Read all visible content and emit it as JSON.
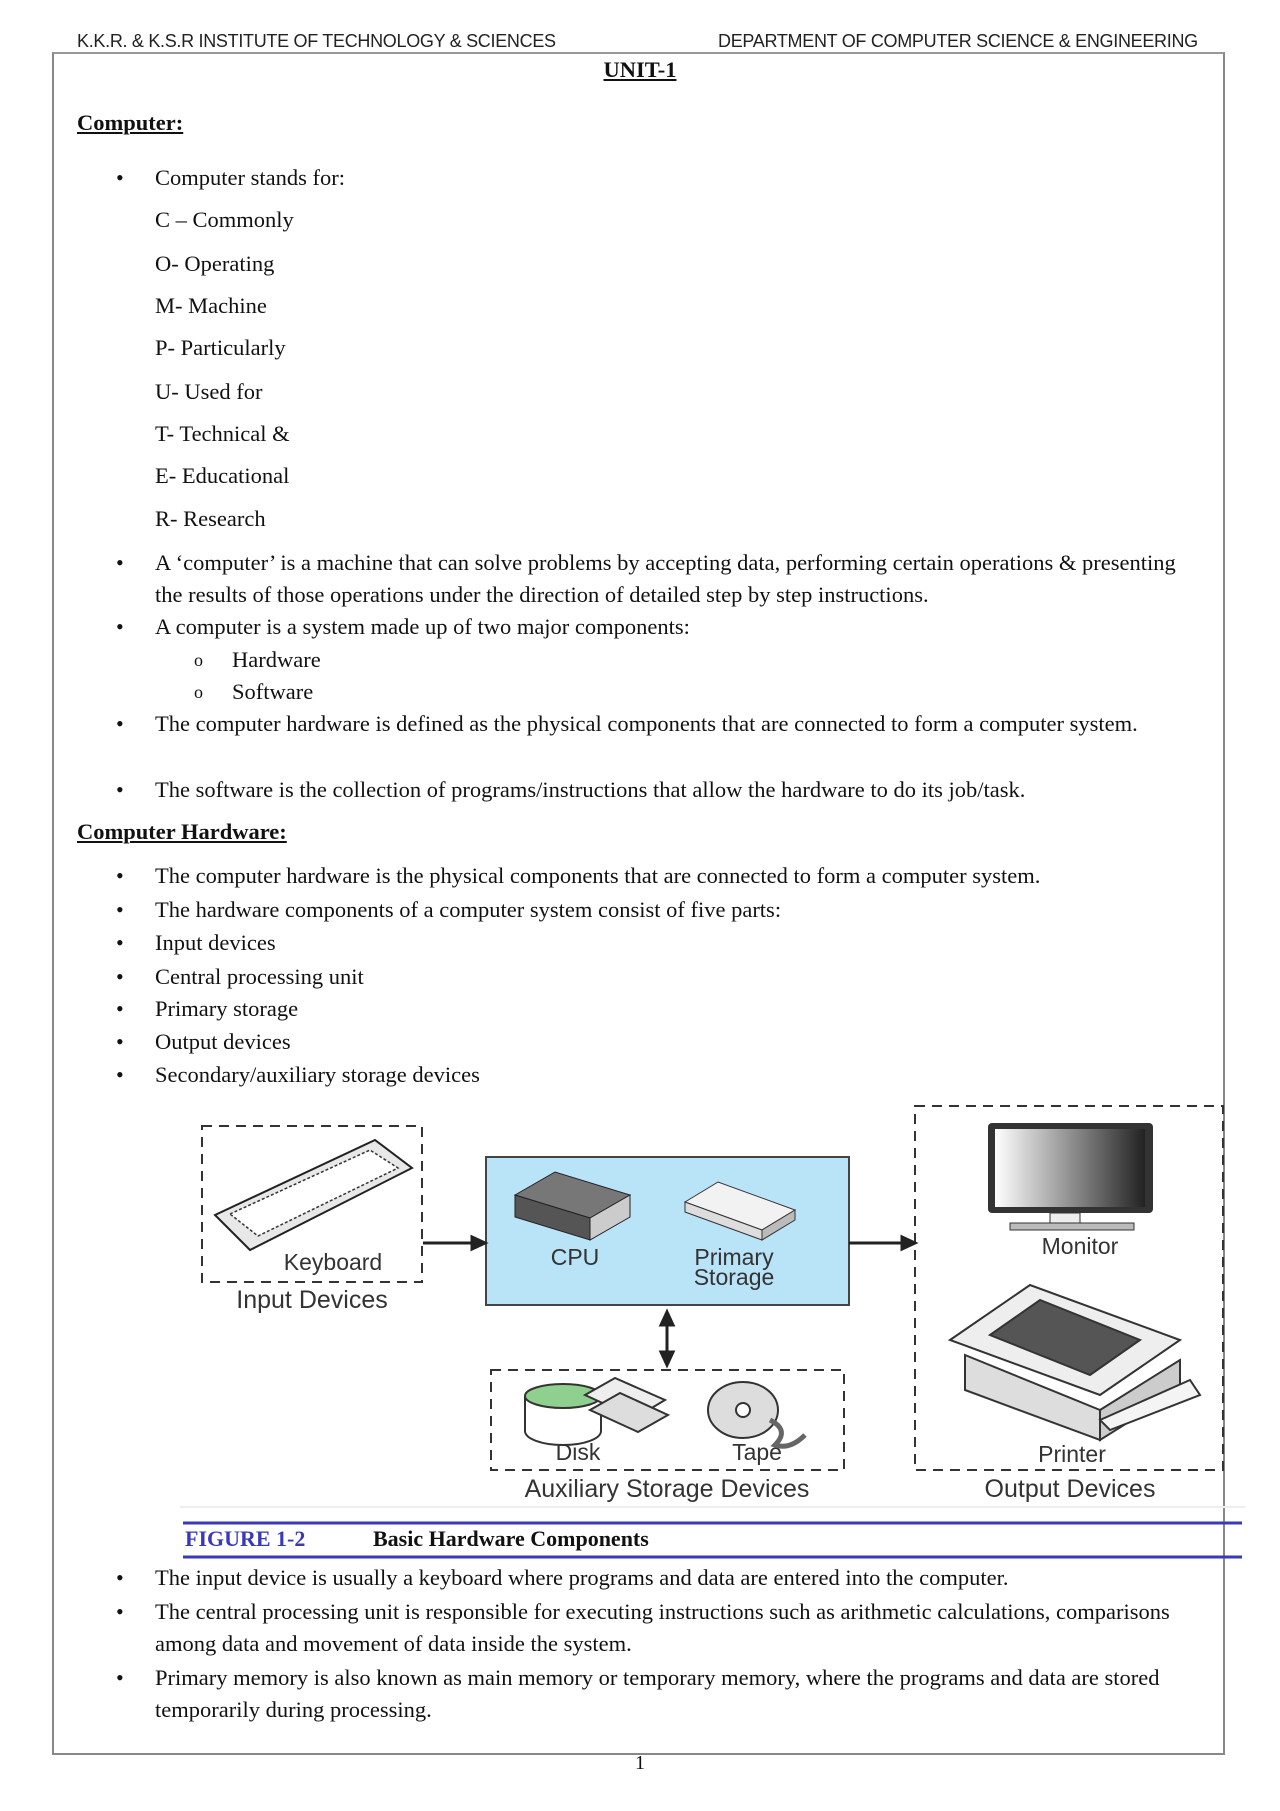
{
  "header": {
    "left": "K.K.R. & K.S.R INSTITUTE OF TECHNOLOGY & SCIENCES",
    "right": "DEPARTMENT OF COMPUTER SCIENCE & ENGINEERING"
  },
  "unit_title": "UNIT-1",
  "section1": {
    "heading": "Computer:",
    "stands_for": "Computer stands for:",
    "acronym": [
      "C – Commonly",
      "O- Operating",
      "M- Machine",
      "P- Particularly",
      "U- Used for",
      "T- Technical &",
      "E- Educational",
      "R- Research"
    ],
    "bullets": [
      "A ‘computer’ is a machine that can solve problems by accepting data, performing certain operations & presenting the results of those operations under the direction of detailed step by step instructions.",
      "A computer is a system made up of two major components:",
      "The computer hardware is defined as the physical components that are connected to form a computer system.",
      "The software is the collection of programs/instructions that allow the hardware to do its job/task."
    ],
    "components": [
      "Hardware",
      "Software"
    ]
  },
  "section2": {
    "heading": "Computer Hardware:",
    "bullets": [
      "The computer hardware is the physical components that are connected to form a computer system.",
      "The hardware components of a computer system consist of five parts:",
      "Input devices",
      "Central processing unit",
      "Primary storage",
      "Output devices",
      "Secondary/auxiliary storage devices"
    ]
  },
  "figure": {
    "labels": {
      "keyboard": "Keyboard",
      "input_devices": "Input Devices",
      "cpu": "CPU",
      "primary": "Primary",
      "storage": "Storage",
      "monitor": "Monitor",
      "printer": "Printer",
      "output_devices": "Output Devices",
      "disk": "Disk",
      "tape": "Tape",
      "aux": "Auxiliary Storage Devices"
    },
    "caption_number": "FIGURE 1-2",
    "caption_text": "Basic Hardware Components",
    "colors": {
      "cpu_box": "#b9e3f7",
      "caption_rule": "#3a3ab8",
      "disk_top": "#8fd08f"
    }
  },
  "section3": {
    "bullets": [
      "The input device is usually a keyboard where programs and data are entered into the computer.",
      "The central processing unit is responsible for executing instructions such as arithmetic calculations, comparisons among data and movement of data inside the system.",
      "Primary memory is also known as main memory or temporary memory, where the programs and data are stored temporarily during processing."
    ]
  },
  "page_number": "1"
}
